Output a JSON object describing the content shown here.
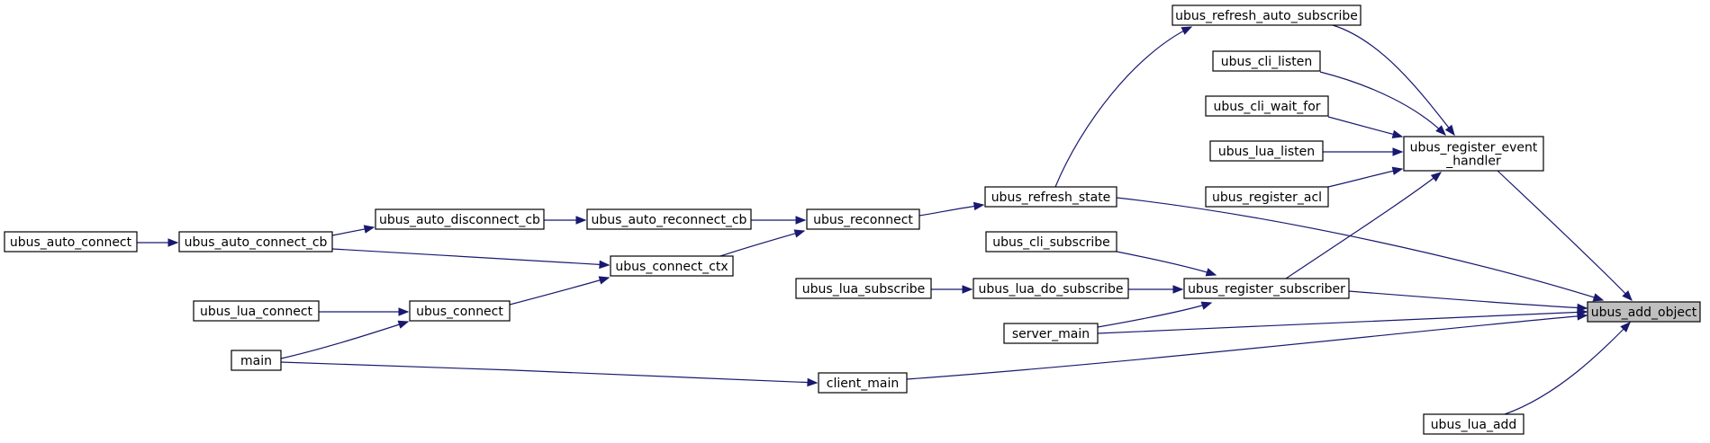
{
  "diagram": {
    "nodes": [
      {
        "id": "ubus_add_object",
        "label": "ubus_add_object",
        "highlighted": true
      },
      {
        "id": "ubus_lua_add",
        "label": "ubus_lua_add"
      },
      {
        "id": "ubus_register_event_handler",
        "label": "ubus_register_event\n_handler"
      },
      {
        "id": "ubus_refresh_auto_subscribe",
        "label": "ubus_refresh_auto_subscribe"
      },
      {
        "id": "ubus_cli_listen",
        "label": "ubus_cli_listen"
      },
      {
        "id": "ubus_cli_wait_for",
        "label": "ubus_cli_wait_for"
      },
      {
        "id": "ubus_lua_listen",
        "label": "ubus_lua_listen"
      },
      {
        "id": "ubus_register_acl",
        "label": "ubus_register_acl"
      },
      {
        "id": "ubus_refresh_state",
        "label": "ubus_refresh_state"
      },
      {
        "id": "ubus_reconnect",
        "label": "ubus_reconnect"
      },
      {
        "id": "ubus_auto_reconnect_cb",
        "label": "ubus_auto_reconnect_cb"
      },
      {
        "id": "ubus_auto_disconnect_cb",
        "label": "ubus_auto_disconnect_cb"
      },
      {
        "id": "ubus_auto_connect_cb",
        "label": "ubus_auto_connect_cb"
      },
      {
        "id": "ubus_auto_connect",
        "label": "ubus_auto_connect"
      },
      {
        "id": "ubus_connect_ctx",
        "label": "ubus_connect_ctx"
      },
      {
        "id": "ubus_connect",
        "label": "ubus_connect"
      },
      {
        "id": "ubus_lua_connect",
        "label": "ubus_lua_connect"
      },
      {
        "id": "main",
        "label": "main"
      },
      {
        "id": "ubus_register_subscriber",
        "label": "ubus_register_subscriber"
      },
      {
        "id": "ubus_cli_subscribe",
        "label": "ubus_cli_subscribe"
      },
      {
        "id": "ubus_lua_do_subscribe",
        "label": "ubus_lua_do_subscribe"
      },
      {
        "id": "ubus_lua_subscribe",
        "label": "ubus_lua_subscribe"
      },
      {
        "id": "server_main",
        "label": "server_main"
      },
      {
        "id": "client_main",
        "label": "client_main"
      }
    ],
    "edges": [
      {
        "from": "ubus_register_event_handler",
        "to": "ubus_add_object"
      },
      {
        "from": "ubus_refresh_state",
        "to": "ubus_add_object"
      },
      {
        "from": "ubus_register_subscriber",
        "to": "ubus_add_object"
      },
      {
        "from": "server_main",
        "to": "ubus_add_object"
      },
      {
        "from": "client_main",
        "to": "ubus_add_object"
      },
      {
        "from": "ubus_lua_add",
        "to": "ubus_add_object"
      },
      {
        "from": "ubus_refresh_auto_subscribe",
        "to": "ubus_register_event_handler"
      },
      {
        "from": "ubus_cli_listen",
        "to": "ubus_register_event_handler"
      },
      {
        "from": "ubus_cli_wait_for",
        "to": "ubus_register_event_handler"
      },
      {
        "from": "ubus_lua_listen",
        "to": "ubus_register_event_handler"
      },
      {
        "from": "ubus_register_acl",
        "to": "ubus_register_event_handler"
      },
      {
        "from": "ubus_register_subscriber",
        "to": "ubus_register_event_handler"
      },
      {
        "from": "ubus_refresh_state",
        "to": "ubus_refresh_auto_subscribe"
      },
      {
        "from": "ubus_reconnect",
        "to": "ubus_refresh_state"
      },
      {
        "from": "ubus_auto_reconnect_cb",
        "to": "ubus_reconnect"
      },
      {
        "from": "ubus_connect_ctx",
        "to": "ubus_reconnect"
      },
      {
        "from": "ubus_auto_disconnect_cb",
        "to": "ubus_auto_reconnect_cb"
      },
      {
        "from": "ubus_auto_connect_cb",
        "to": "ubus_auto_disconnect_cb"
      },
      {
        "from": "ubus_auto_connect",
        "to": "ubus_auto_connect_cb"
      },
      {
        "from": "ubus_auto_connect_cb",
        "to": "ubus_connect_ctx"
      },
      {
        "from": "ubus_connect",
        "to": "ubus_connect_ctx"
      },
      {
        "from": "ubus_lua_connect",
        "to": "ubus_connect"
      },
      {
        "from": "main",
        "to": "ubus_connect"
      },
      {
        "from": "main",
        "to": "client_main"
      },
      {
        "from": "ubus_cli_subscribe",
        "to": "ubus_register_subscriber"
      },
      {
        "from": "ubus_lua_do_subscribe",
        "to": "ubus_register_subscriber"
      },
      {
        "from": "server_main",
        "to": "ubus_register_subscriber"
      },
      {
        "from": "ubus_lua_subscribe",
        "to": "ubus_lua_do_subscribe"
      }
    ]
  },
  "colors": {
    "edge": "#191970",
    "highlight_fill": "#bfbfbf",
    "node_fill": "#ffffff",
    "node_stroke": "#000000"
  }
}
